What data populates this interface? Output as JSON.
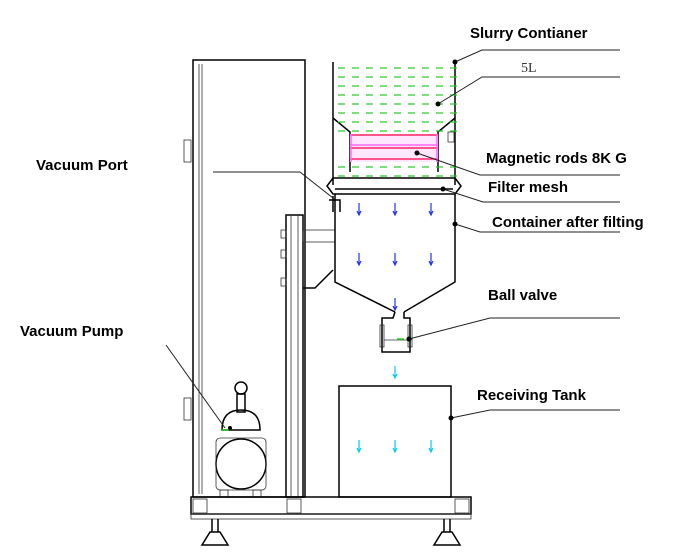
{
  "labels": {
    "slurry_container": "Slurry Contianer",
    "volume": "5L",
    "magnetic_rods": "Magnetic rods 8K G",
    "filter_mesh": "Filter mesh",
    "container_after": "Container after filting",
    "ball_valve": "Ball valve",
    "receiving_tank": "Receiving Tank",
    "vacuum_port": "Vacuum Port",
    "vacuum_pump": "Vacuum Pump"
  },
  "colors": {
    "liquid": "#22cc22",
    "magnet": "#ff2266",
    "magnet_fill": "#ff66ff",
    "flow_filtered": "#2233ee",
    "flow_tank": "#00ccee"
  }
}
